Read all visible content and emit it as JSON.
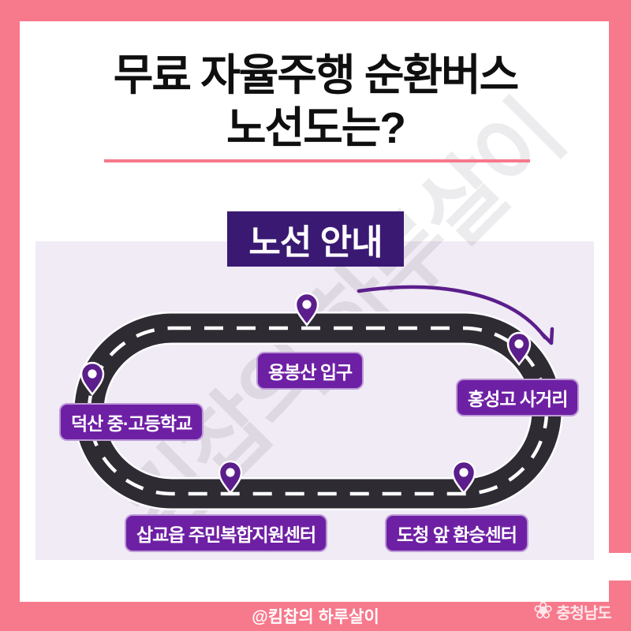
{
  "title": {
    "line1": "무료 자율주행 순환버스",
    "line2": "노선도는?"
  },
  "route_panel": {
    "header": "노선 안내",
    "stops": [
      {
        "label": "용봉산 입구"
      },
      {
        "label": "홍성고 사거리"
      },
      {
        "label": "덕산 중·고등학교"
      },
      {
        "label": "삽교읍 주민복합지원센터"
      },
      {
        "label": "도청 앞 환승센터"
      }
    ],
    "direction": "clockwise"
  },
  "watermark_text": "킴찹의 하루살이",
  "footer": {
    "credit": "@킴찹의 하루살이",
    "brand": "충청남도"
  },
  "icons": {
    "stop-pin": "map-marker",
    "direction-arrow": "curved-clockwise-arrow",
    "flower-logo": "❀"
  },
  "colors": {
    "frame_pink": "#F7798C",
    "card_white": "#FFFFFF",
    "title_black": "#0F0F0F",
    "header_purple": "#3A1973",
    "panel_lavender": "#F0EBF5",
    "road_dark": "#2E2B33",
    "label_purple": "#6E20A4",
    "pin_purple": "#5B1E8C",
    "arrow_purple": "#5B1E8C"
  }
}
